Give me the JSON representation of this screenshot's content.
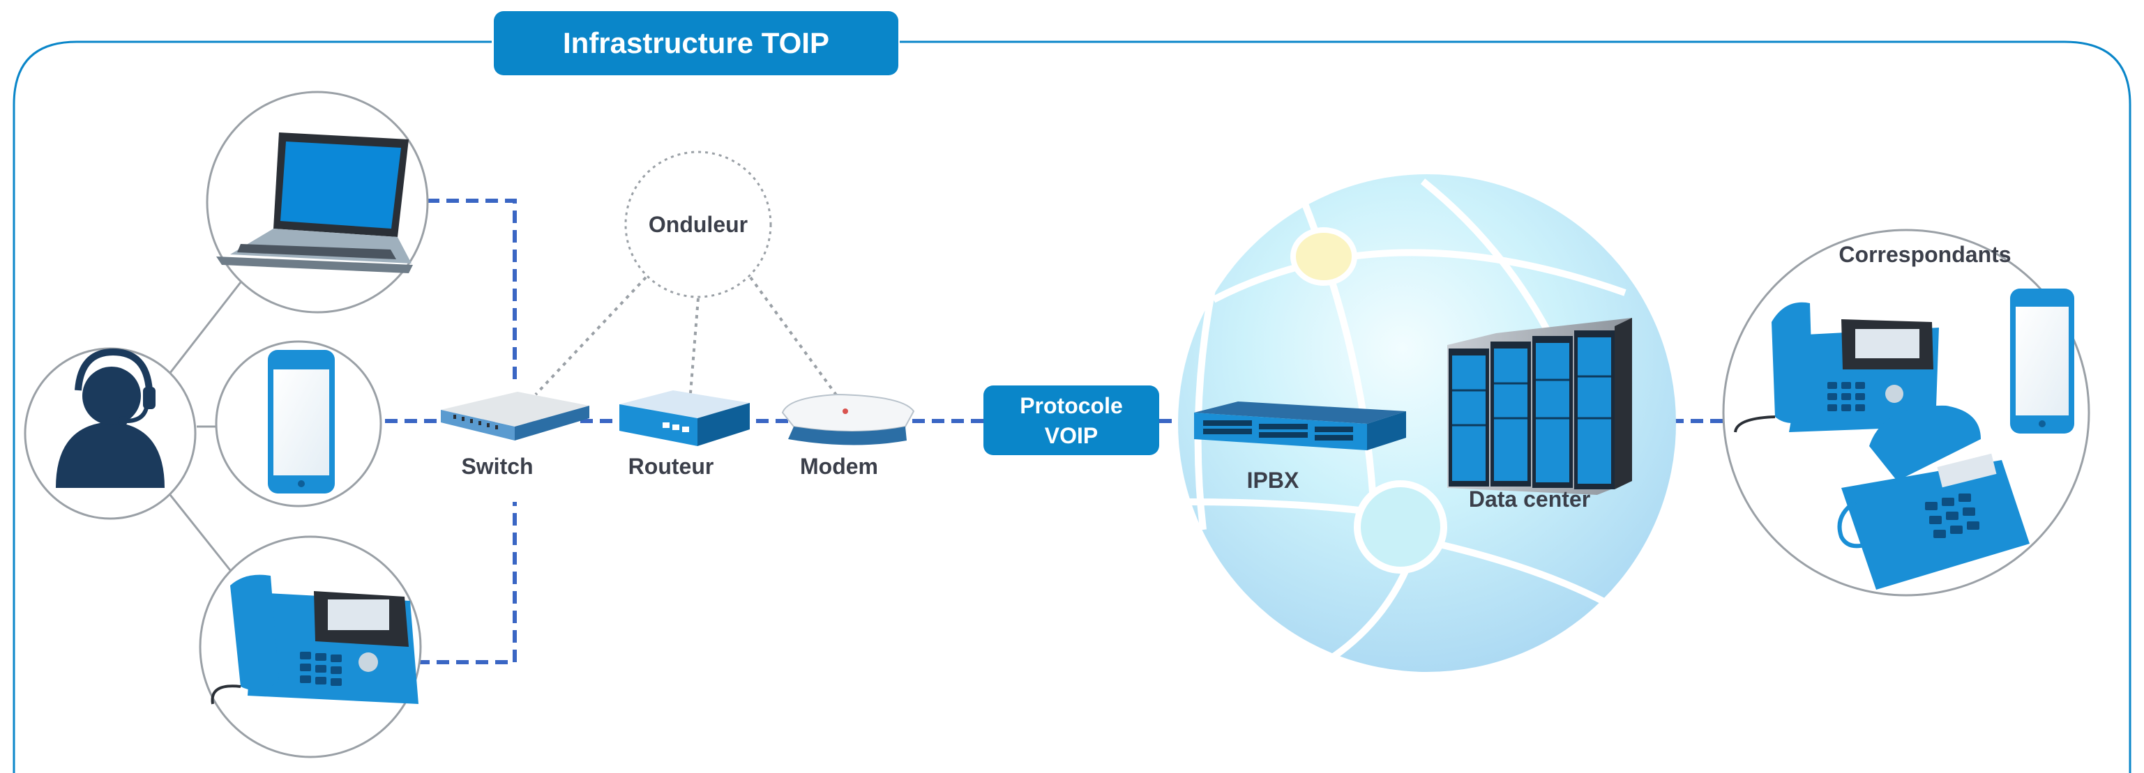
{
  "title": "Infrastructure TOIP",
  "labels": {
    "switch": "Switch",
    "router": "Routeur",
    "modem": "Modem",
    "ups": "Onduleur",
    "protocol_line1": "Protocole",
    "protocol_line2": "VOIP",
    "ipbx": "IPBX",
    "datacenter": "Data center",
    "correspondents": "Correspondants"
  },
  "colors": {
    "accent": "#0a86c9",
    "device_blue": "#1a8fd6",
    "dark_navy": "#1b3a5c",
    "dashed_link": "#3a66c4",
    "ring_gray": "#9aa0a6",
    "label_text": "#3b3f4a"
  },
  "icons": [
    "operator-headset-icon",
    "laptop-icon",
    "smartphone-icon",
    "desk-phone-icon",
    "switch-icon",
    "router-icon",
    "modem-icon",
    "globe-icon",
    "ipbx-icon",
    "server-rack-icon"
  ]
}
